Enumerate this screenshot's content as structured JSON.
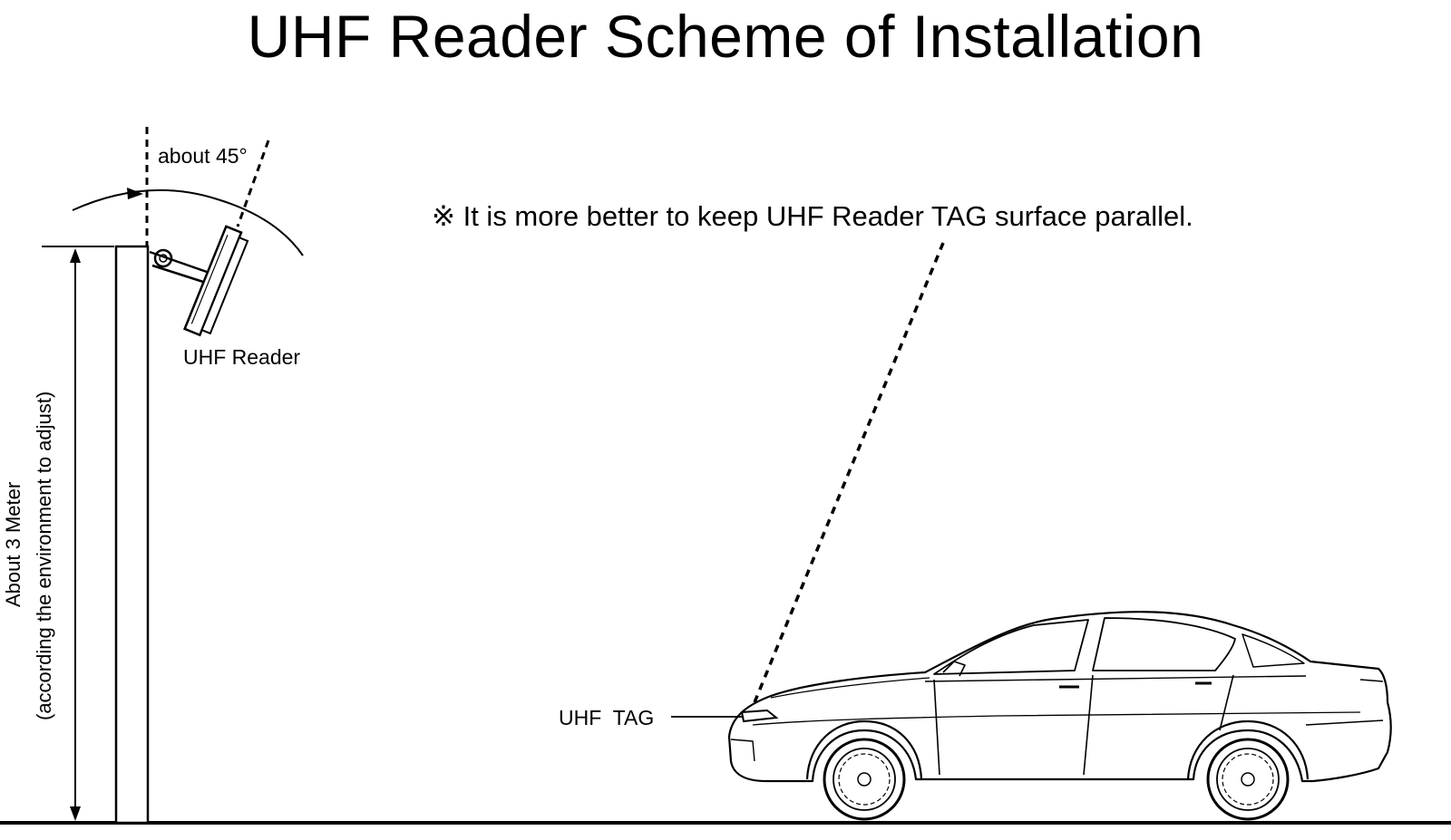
{
  "title": "UHF Reader Scheme of Installation",
  "labels": {
    "angle": "about 45°",
    "note": "※ It is more better to keep UHF Reader TAG surface parallel.",
    "reader": "UHF Reader",
    "height_line1": "About 3 Meter",
    "height_line2": "(according the environment to adjust)",
    "tag": "UHF  TAG"
  }
}
